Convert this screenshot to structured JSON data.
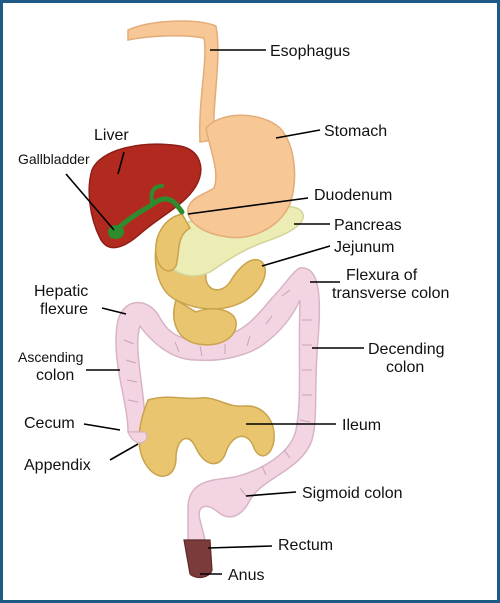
{
  "colors": {
    "border": "#1d5a86",
    "liver": "#b22a1f",
    "gallbladder": "#2e8b2e",
    "stomach": "#f7c795",
    "esophagus": "#f7c795",
    "pancreas": "#ecedb5",
    "small_intestine": "#e9c56f",
    "colon": "#f2d4e2",
    "rectum": "#7b3b3b"
  },
  "labels": {
    "esophagus": "Esophagus",
    "stomach": "Stomach",
    "liver": "Liver",
    "gallbladder": "Gallbladder",
    "duodenum": "Duodenum",
    "pancreas": "Pancreas",
    "jejunum": "Jejunum",
    "hepatic_flexure_line1": "Hepatic",
    "hepatic_flexure_line2": "flexure",
    "flexura_line1": "Flexura of",
    "flexura_line2": "transverse colon",
    "ascending_line1": "Ascending",
    "ascending_line2": "colon",
    "decending_line1": "Decending",
    "decending_line2": "colon",
    "cecum": "Cecum",
    "ileum": "Ileum",
    "appendix": "Appendix",
    "sigmoid": "Sigmoid colon",
    "rectum": "Rectum",
    "anus": "Anus"
  }
}
